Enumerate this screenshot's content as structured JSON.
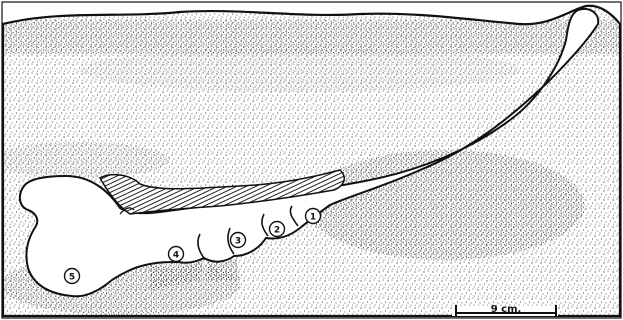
{
  "figure": {
    "chambers": [
      {
        "id": "1",
        "label": "1"
      },
      {
        "id": "2",
        "label": "2"
      },
      {
        "id": "3",
        "label": "3"
      },
      {
        "id": "4",
        "label": "4"
      },
      {
        "id": "5",
        "label": "5"
      }
    ],
    "scale_bar": {
      "label": "9 cm."
    },
    "colors": {
      "ink": "#111111",
      "paper": "#ffffff",
      "stipple": "#222222"
    }
  }
}
